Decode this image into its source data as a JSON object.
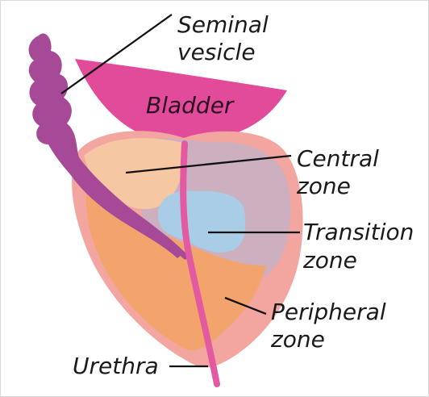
{
  "labels": {
    "seminal_vesicle_line1": "Seminal",
    "seminal_vesicle_line2": "vesicle",
    "bladder": "Bladder",
    "central_zone_line1": "Central",
    "central_zone_line2": "zone",
    "transition_zone_line1": "Transition",
    "transition_zone_line2": "zone",
    "peripheral_zone_line1": "Peripheral",
    "peripheral_zone_line2": "zone",
    "urethra": "Urethra"
  },
  "colors": {
    "bladder": "#e14b9a",
    "seminal_vesicle": "#a64a98",
    "prostate_outer": "#f3a5a0",
    "central_zone": "#f6c7a3",
    "transition_zone": "#a9cde6",
    "peripheral_zone": "#f2a46c",
    "capsule_shadow": "#c9b0c1",
    "urethra": "#e35aa3",
    "leader_line": "#111111"
  }
}
